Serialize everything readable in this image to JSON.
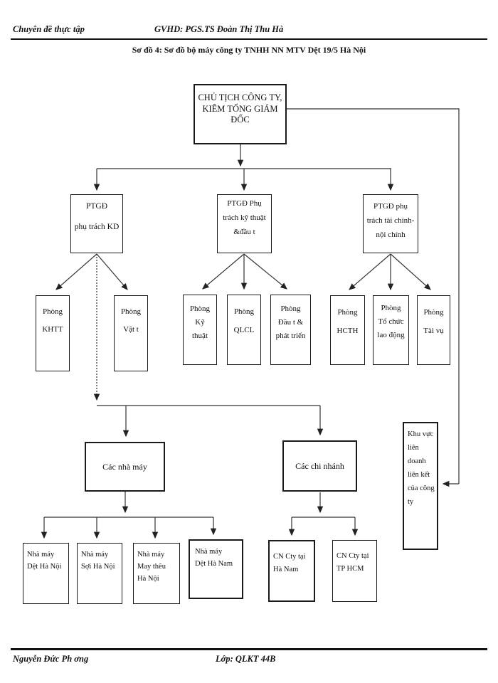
{
  "page": {
    "header": {
      "course": "Chuyên đề thực tập",
      "gvhd": "GVHD: PGS.TS Đoàn Thị Thu Hà"
    },
    "caption": "Sơ đồ 4: Sơ đồ bộ máy công ty TNHH NN MTV Dệt 19/5 Hà Nội",
    "footer": {
      "author": "Nguyễn Đức Ph ơng",
      "class": "Lớp: QLKT 44B"
    }
  },
  "org_chart": {
    "nodes": {
      "chairman": "CHỦ TỊCH CÔNG TY,\nKIÊM TỔNG GIÁM ĐỐC",
      "ptgd_kd": "PTGĐ\nphụ trách KD",
      "ptgd_kythuat": "PTGĐ Phụ\ntrách kỹ thuật\n&đầu t",
      "ptgd_taichinh": "PTGĐ phụ\ntrách tài chính-\nnội chính",
      "p_khtt": "Phòng\nKHTT",
      "p_vattu": "Phòng\nVật t",
      "p_kythuat": "Phòng\nKỹ\nthuật",
      "p_qlcl": "Phòng\nQLCL",
      "p_dautu": "Phòng\nĐầu t &\nphát triển",
      "p_hcth": "Phòng\nHCTH",
      "p_tochuc": "Phòng\nTổ chức\nlao động",
      "p_taivu": "Phòng\nTài vụ",
      "cac_nha_may": "Các nhà máy",
      "cac_chi_nhanh": "Các chi nhánh",
      "nm_det_ha_noi": "Nhà máy\nDệt Hà Nội",
      "nm_soi_ha_noi": "Nhà máy\nSợi Hà Nội",
      "nm_may_theu": "Nhà máy\nMay thêu\nHà Nội",
      "nm_det_ha_nam": "Nhà máy\nDệt Hà Nam",
      "cn_ha_nam": "CN Cty tại\nHà Nam",
      "cn_tp_hcm": "CN Cty tại\nTP HCM",
      "khu_vuc": "Khu vực\nliên\ndoanh\nliên kết\ncủa công\nty"
    },
    "edges": [
      [
        "chairman",
        "ptgd_kd"
      ],
      [
        "chairman",
        "ptgd_kythuat"
      ],
      [
        "chairman",
        "ptgd_taichinh"
      ],
      [
        "chairman",
        "khu_vuc"
      ],
      [
        "ptgd_kd",
        "p_khtt"
      ],
      [
        "ptgd_kd",
        "p_vattu"
      ],
      [
        "ptgd_kd",
        "cac_nha_may"
      ],
      [
        "ptgd_kd",
        "cac_chi_nhanh"
      ],
      [
        "ptgd_kythuat",
        "p_kythuat"
      ],
      [
        "ptgd_kythuat",
        "p_qlcl"
      ],
      [
        "ptgd_kythuat",
        "p_dautu"
      ],
      [
        "ptgd_taichinh",
        "p_hcth"
      ],
      [
        "ptgd_taichinh",
        "p_tochuc"
      ],
      [
        "ptgd_taichinh",
        "p_taivu"
      ],
      [
        "cac_nha_may",
        "nm_det_ha_noi"
      ],
      [
        "cac_nha_may",
        "nm_soi_ha_noi"
      ],
      [
        "cac_nha_may",
        "nm_may_theu"
      ],
      [
        "cac_nha_may",
        "nm_det_ha_nam"
      ],
      [
        "cac_chi_nhanh",
        "cn_ha_nam"
      ],
      [
        "cac_chi_nhanh",
        "cn_tp_hcm"
      ]
    ]
  }
}
